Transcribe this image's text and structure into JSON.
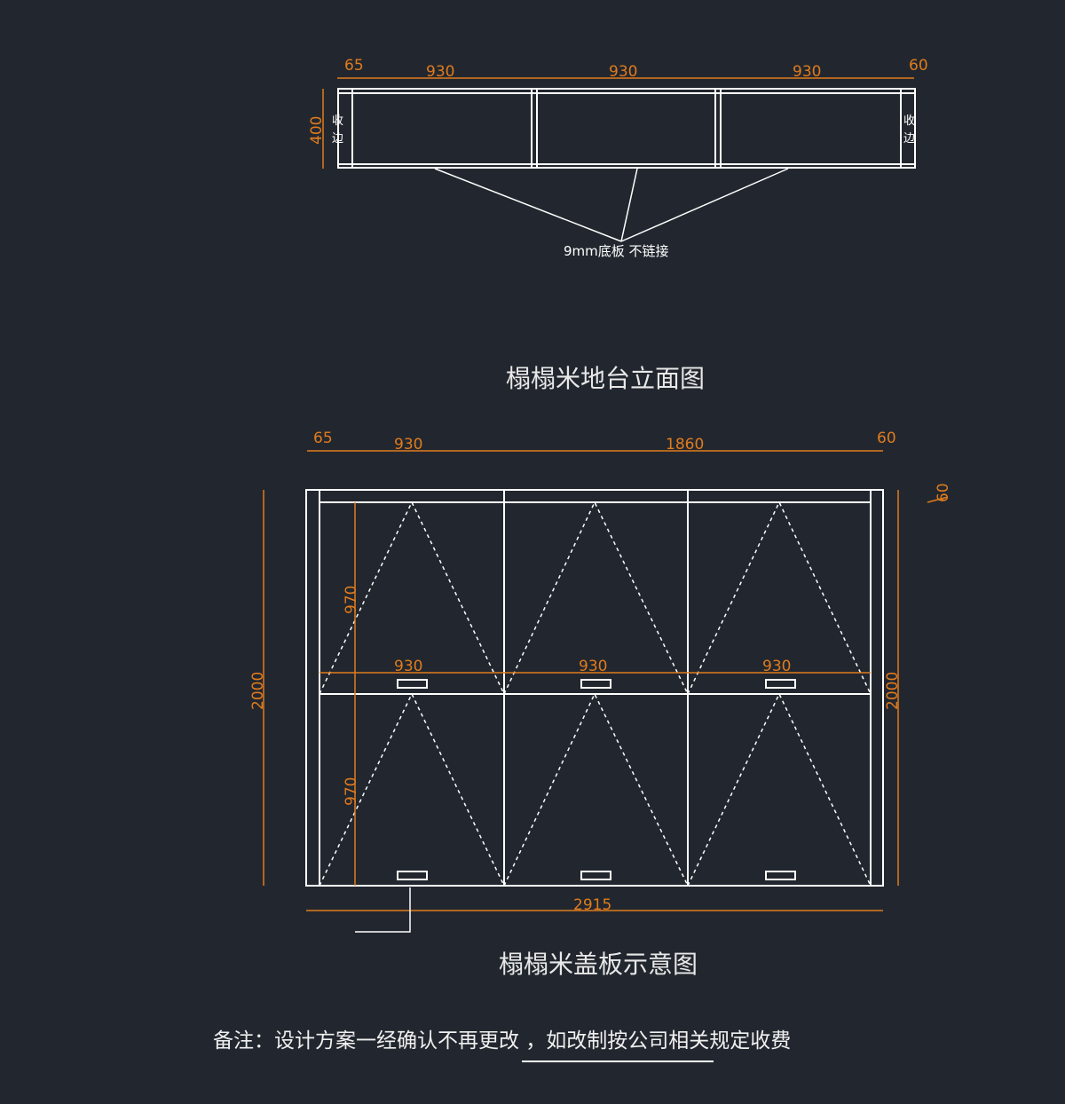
{
  "elevation": {
    "dims_top": [
      "65",
      "930",
      "930",
      "930",
      "60"
    ],
    "height_dim": "400",
    "side_label_left": "收\n边",
    "side_label_right": "收\n边",
    "callout": "9mm底板 不链接",
    "title": "榻榻米地台立面图"
  },
  "cover_plan": {
    "dims_top": [
      "65",
      "930",
      "1860",
      "60"
    ],
    "dim_right_corner": "60",
    "dim_left_height": "2000",
    "dim_right_height": "2000",
    "row_height_dims": [
      "970",
      "970"
    ],
    "mid_width_dims": [
      "930",
      "930",
      "930"
    ],
    "bottom_width_dim": "2915",
    "title": "榻榻米盖板示意图"
  },
  "footer": {
    "note": "备注：设计方案一经确认不再更改 ，如改制按公司相关规定收费"
  },
  "colors": {
    "background": "#22272f",
    "dimension": "#e07b1d",
    "line": "#ffffff"
  }
}
